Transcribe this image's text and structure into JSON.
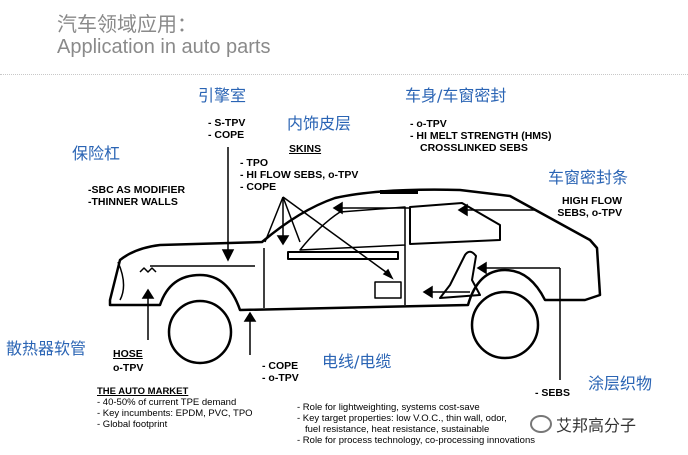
{
  "header": {
    "title_cn": "汽车领域应用：",
    "title_en": "Application in auto parts"
  },
  "labels_cn": {
    "engine_room": "引擎室",
    "interior_skin": "内饰皮层",
    "body_seal": "车身/车窗密封",
    "bumper": "保险杠",
    "window_seal_strip": "车窗密封条",
    "radiator_hose": "散热器软管",
    "wire_cable": "电线/电缆",
    "coated_fabric": "涂层织物"
  },
  "specs": {
    "engine_room": [
      "- S-TPV",
      "- COPE"
    ],
    "skins_title": "SKINS",
    "skins": [
      "- TPO",
      "- HI FLOW SEBS, o-TPV",
      "- COPE"
    ],
    "body_seal": [
      "- o-TPV",
      "- HI MELT STRENGTH (HMS)",
      "CROSSLINKED SEBS"
    ],
    "bumper": [
      "-SBC AS MODIFIER",
      "-THINNER WALLS"
    ],
    "window_seal": [
      "HIGH FLOW",
      "SEBS, o-TPV"
    ],
    "hose_title": "HOSE",
    "hose": [
      "o-TPV"
    ],
    "wire": [
      "- COPE",
      "- o-TPV"
    ],
    "fabric": [
      "- SEBS"
    ]
  },
  "market": {
    "title": "THE AUTO MARKET",
    "items": [
      "- 40-50% of current TPE demand",
      "- Key incumbents:  EPDM, PVC, TPO",
      "- Global footprint"
    ]
  },
  "roles": [
    "- Role for lightweighting, systems cost-save",
    "- Key target properties:  low V.O.C., thin wall, odor,",
    "fuel resistance, heat resistance, sustainable",
    "- Role for process technology, co-processing innovations"
  ],
  "watermark": "艾邦高分子",
  "colors": {
    "title": "#8a8a8a",
    "cn_label": "#2a64b4"
  }
}
